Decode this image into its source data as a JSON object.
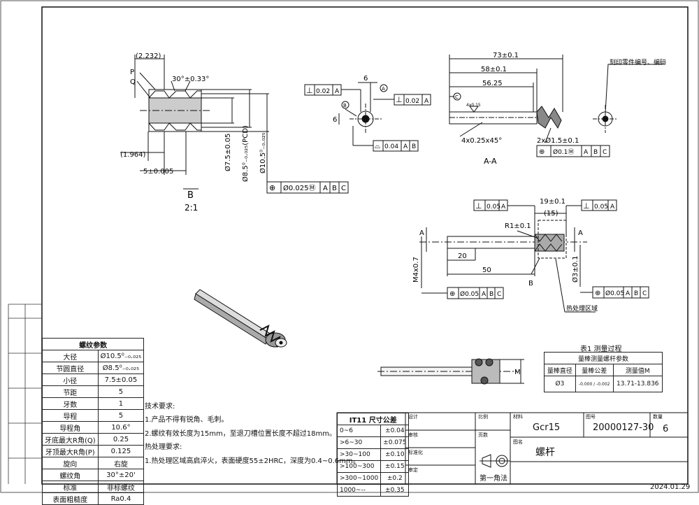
{
  "views": {
    "section_b": {
      "dim_2232": "(2.232)",
      "label_p": "P",
      "label_q": "Q",
      "angle": "30°±0.33°",
      "dim_1964": "(1.964)",
      "dim_5": "5±0.005",
      "dia_75": "Ø7.5±0.05",
      "dia_85": "Ø8.5⁰₋₀.₀₂₅(PCD)",
      "dia_105": "Ø10.5⁰₋₀.₀₂₅",
      "title": "B",
      "scale": "2:1",
      "fcf_sym": "⊕",
      "fcf_tol": "Ø0.025Ⓜ",
      "fcf_a": "A",
      "fcf_b": "B",
      "fcf_c": "C"
    },
    "end_view": {
      "perp_sym": "⊥",
      "perp_tol": "0.02",
      "perp_ref": "A",
      "dim_6a": "6",
      "datum_a": "A",
      "perp2_tol": "0.02",
      "perp2_ref": "A",
      "datum_b": "B",
      "dim_6b": "6",
      "prof_sym": "⌓",
      "prof_tol": "0.04",
      "prof_a": "A",
      "prof_b": "B"
    },
    "section_aa": {
      "dim_73": "73±0.1",
      "dim_58": "58±0.1",
      "dim_5625": "56.25",
      "datum_c": "C",
      "chamfer_small": "4x0.15",
      "chamfer": "4x0.25x45°",
      "holes": "2xØ1.5±0.1",
      "fcf_tol": "Ø0.1Ⓜ",
      "fcf_a": "A",
      "fcf_b": "B",
      "fcf_c": "C",
      "title": "A-A"
    },
    "marking_note": "刻印零件编号、编码",
    "main_view": {
      "perp_tol": "0.05",
      "perp_ref": "A",
      "dim_19": "19±0.1",
      "dim_15": "(15)",
      "perp2_tol": "0.05",
      "perp2_ref": "A",
      "r1": "R1±0.1",
      "dim_20": "20",
      "dim_50": "50",
      "thread": "M4x0.7",
      "label_a": "A",
      "label_a2": "A",
      "label_b": "B",
      "dia_3": "Ø3±0.1",
      "fcf1_tol": "Ø0.05",
      "fcf1_a": "A",
      "fcf1_b": "B",
      "fcf1_c": "C",
      "fcf2_tol": "Ø0.05",
      "fcf2_a": "A",
      "fcf2_b": "B",
      "fcf2_c": "C",
      "heat_zone": "热处理区域"
    },
    "side_view": {
      "dim_m": "M"
    }
  },
  "thread_params": {
    "title": "螺纹参数",
    "rows": [
      {
        "name": "大径",
        "value": "Ø10.5⁰₋₀.₀₂₅"
      },
      {
        "name": "节圆直径",
        "value": "Ø8.5⁰₋₀.₀₂₅"
      },
      {
        "name": "小径",
        "value": "7.5±0.05"
      },
      {
        "name": "节距",
        "value": "5"
      },
      {
        "name": "牙数",
        "value": "1"
      },
      {
        "name": "导程",
        "value": "5"
      },
      {
        "name": "导程角",
        "value": "10.6°"
      },
      {
        "name": "牙底最大R角(Q)",
        "value": "0.25"
      },
      {
        "name": "牙顶最大R角(P)",
        "value": "0.125"
      },
      {
        "name": "旋向",
        "value": "右旋"
      },
      {
        "name": "螺纹角",
        "value": "30°±20'"
      },
      {
        "name": "标准",
        "value": "非标螺纹"
      },
      {
        "name": "表面粗糙度",
        "value": "Ra0.4"
      }
    ]
  },
  "tech_req": {
    "title": "技术要求:",
    "items": [
      "1.产品不得有锐角、毛刺。",
      "2.螺纹有效长度为15mm，至退刀槽位置长度不超过18mm。"
    ],
    "heat_title": "热处理要求:",
    "heat_items": [
      "1.热处理区域高启淬火，表面硬度55±2HRC，深度为0.4~0.6mm。"
    ]
  },
  "measure_table": {
    "caption": "表1 测量过程",
    "title": "量棒测量螺杆参数",
    "headers": [
      "量棒直径",
      "量棒公差",
      "测量值M"
    ],
    "row": [
      "Ø3",
      "-0.000 / -0.002",
      "13.71-13.836"
    ]
  },
  "tolerance_table": {
    "title": "IT11 尺寸公差",
    "rows": [
      [
        "0~6",
        "±0.04"
      ],
      [
        ">6~30",
        "±0.075"
      ],
      [
        ">30~100",
        "±0.10"
      ],
      [
        ">100~300",
        "±0.15"
      ],
      [
        ">300~1000",
        "±0.2"
      ],
      [
        "1000~--",
        "±0.35"
      ]
    ]
  },
  "title_block": {
    "design": "设计",
    "review": "审核",
    "standard": "标准化",
    "approve": "审定",
    "scale_label": "比例",
    "pages_label": "页数",
    "material_label": "材料",
    "material": "Gcr15",
    "drawing_no_label": "图号",
    "drawing_no": "20000127-30",
    "qty_label": "数量",
    "qty": "6",
    "name_label": "图名",
    "name": "螺杆",
    "projection": "第一角法"
  },
  "date": "2024.01.29"
}
